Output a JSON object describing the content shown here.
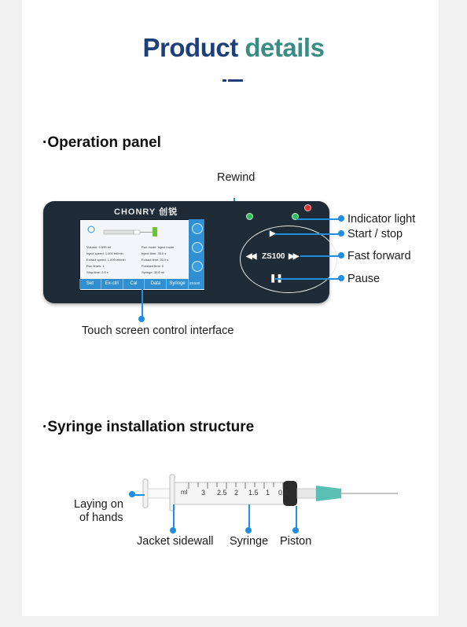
{
  "page_title": {
    "word1": "Product",
    "word2": "details"
  },
  "colors": {
    "title_primary": "#1f3f7a",
    "title_accent": "#3a8c85",
    "callout": "#1f8fe0",
    "device_body": "#1f2b36",
    "screen_accent": "#2f8fd0"
  },
  "sections": {
    "operation_panel": "·Operation panel",
    "syringe_structure": "·Syringe installation structure"
  },
  "device": {
    "brand": "CHONRY 创锐",
    "model": "ZS100",
    "screen": {
      "tabs": [
        "Set",
        "Ex-ctrl",
        "Cal",
        "Data",
        "Syringe"
      ],
      "left_rows": [
        {
          "label": "Volume:",
          "value": "0.500",
          "unit": "ml"
        },
        {
          "label": "Inject speed:",
          "value": "1.000",
          "unit": "ml/min"
        },
        {
          "label": "Extract speed:",
          "value": "1.000",
          "unit": "ml/min"
        },
        {
          "label": "Run times:",
          "value": "1",
          "unit": ""
        },
        {
          "label": "Stop time:",
          "value": "2.0",
          "unit": "s"
        }
      ],
      "right_rows": [
        {
          "label": "Run mode:",
          "value": "Inject mode",
          "unit": ""
        },
        {
          "label": "Inject time:",
          "value": "30.0",
          "unit": "s"
        },
        {
          "label": "Extract time:",
          "value": "30.0",
          "unit": "s"
        },
        {
          "label": "Finished time:",
          "value": "0",
          "unit": ""
        },
        {
          "label": "Syringe:",
          "value": "30.0",
          "unit": "ml"
        }
      ]
    }
  },
  "panel_labels": {
    "rewind": "Rewind",
    "indicator_light": "Indicator light",
    "start_stop": "Start / stop",
    "fast_forward": "Fast forward",
    "pause": "Pause",
    "touch_screen": "Touch screen control interface"
  },
  "syringe_labels": {
    "laying_line1": "Laying on",
    "laying_line2": "of hands",
    "jacket_sidewall": "Jacket sidewall",
    "syringe": "Syringe",
    "piston": "Piston",
    "unit": "ml",
    "scale": [
      "3",
      "2.5",
      "2",
      "1.5",
      "1",
      "0.5"
    ]
  },
  "icons": [
    "rewind-icon",
    "play-icon",
    "fast-forward-icon",
    "pause-icon",
    "led-green",
    "led-red"
  ]
}
